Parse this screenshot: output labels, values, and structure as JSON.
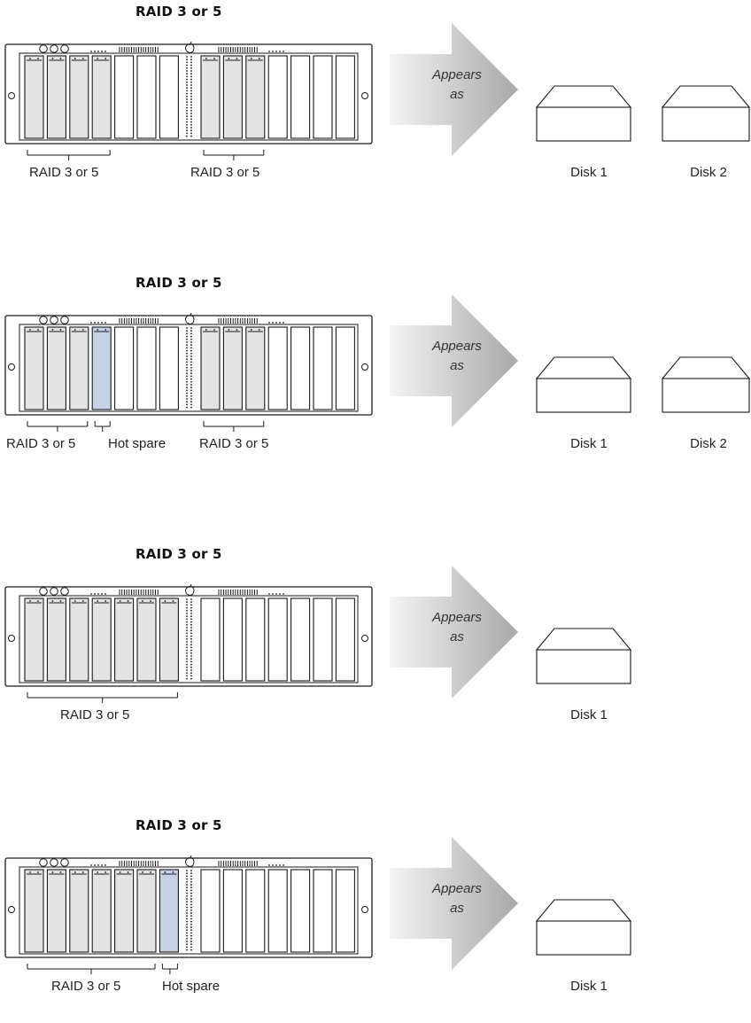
{
  "panels": [
    {
      "title": "RAID 3 or 5",
      "drive_fill": [
        "data",
        "data",
        "data",
        "data",
        "empty",
        "empty",
        "empty",
        "data",
        "data",
        "data",
        "empty",
        "empty",
        "empty",
        "empty"
      ],
      "brackets": [
        {
          "label": "RAID 3 or 5"
        },
        {
          "label": "RAID 3 or 5"
        }
      ],
      "arrow_label_line1": "Appears",
      "arrow_label_line2": "as",
      "disks": [
        "Disk 1",
        "Disk 2"
      ]
    },
    {
      "title": "RAID 3 or 5",
      "drive_fill": [
        "data",
        "data",
        "data",
        "spare",
        "empty",
        "empty",
        "empty",
        "data",
        "data",
        "data",
        "empty",
        "empty",
        "empty",
        "empty"
      ],
      "brackets": [
        {
          "label": "RAID 3 or 5"
        },
        {
          "label": "Hot spare"
        },
        {
          "label": "RAID 3 or 5"
        }
      ],
      "arrow_label_line1": "Appears",
      "arrow_label_line2": "as",
      "disks": [
        "Disk 1",
        "Disk 2"
      ]
    },
    {
      "title": "RAID 3 or 5",
      "drive_fill": [
        "data",
        "data",
        "data",
        "data",
        "data",
        "data",
        "data",
        "empty",
        "empty",
        "empty",
        "empty",
        "empty",
        "empty",
        "empty"
      ],
      "brackets": [
        {
          "label": "RAID 3 or 5"
        }
      ],
      "arrow_label_line1": "Appears",
      "arrow_label_line2": "as",
      "disks": [
        "Disk 1"
      ]
    },
    {
      "title": "RAID 3 or 5",
      "drive_fill": [
        "data",
        "data",
        "data",
        "data",
        "data",
        "data",
        "spare",
        "empty",
        "empty",
        "empty",
        "empty",
        "empty",
        "empty",
        "empty"
      ],
      "brackets": [
        {
          "label": "RAID 3 or 5"
        },
        {
          "label": "Hot spare"
        }
      ],
      "arrow_label_line1": "Appears",
      "arrow_label_line2": "as",
      "disks": [
        "Disk 1"
      ]
    }
  ],
  "colors": {
    "data_drive": "#e4e4e4",
    "spare_drive": "#c5d2e6",
    "empty_drive": "#ffffff",
    "outline": "#1a1a1a",
    "arrow_light": "#f4f4f4",
    "arrow_dark": "#a8a8a8"
  },
  "icons": [
    "storage-rack-icon",
    "apple-logo-icon",
    "disk-icon",
    "arrow-right-icon"
  ]
}
